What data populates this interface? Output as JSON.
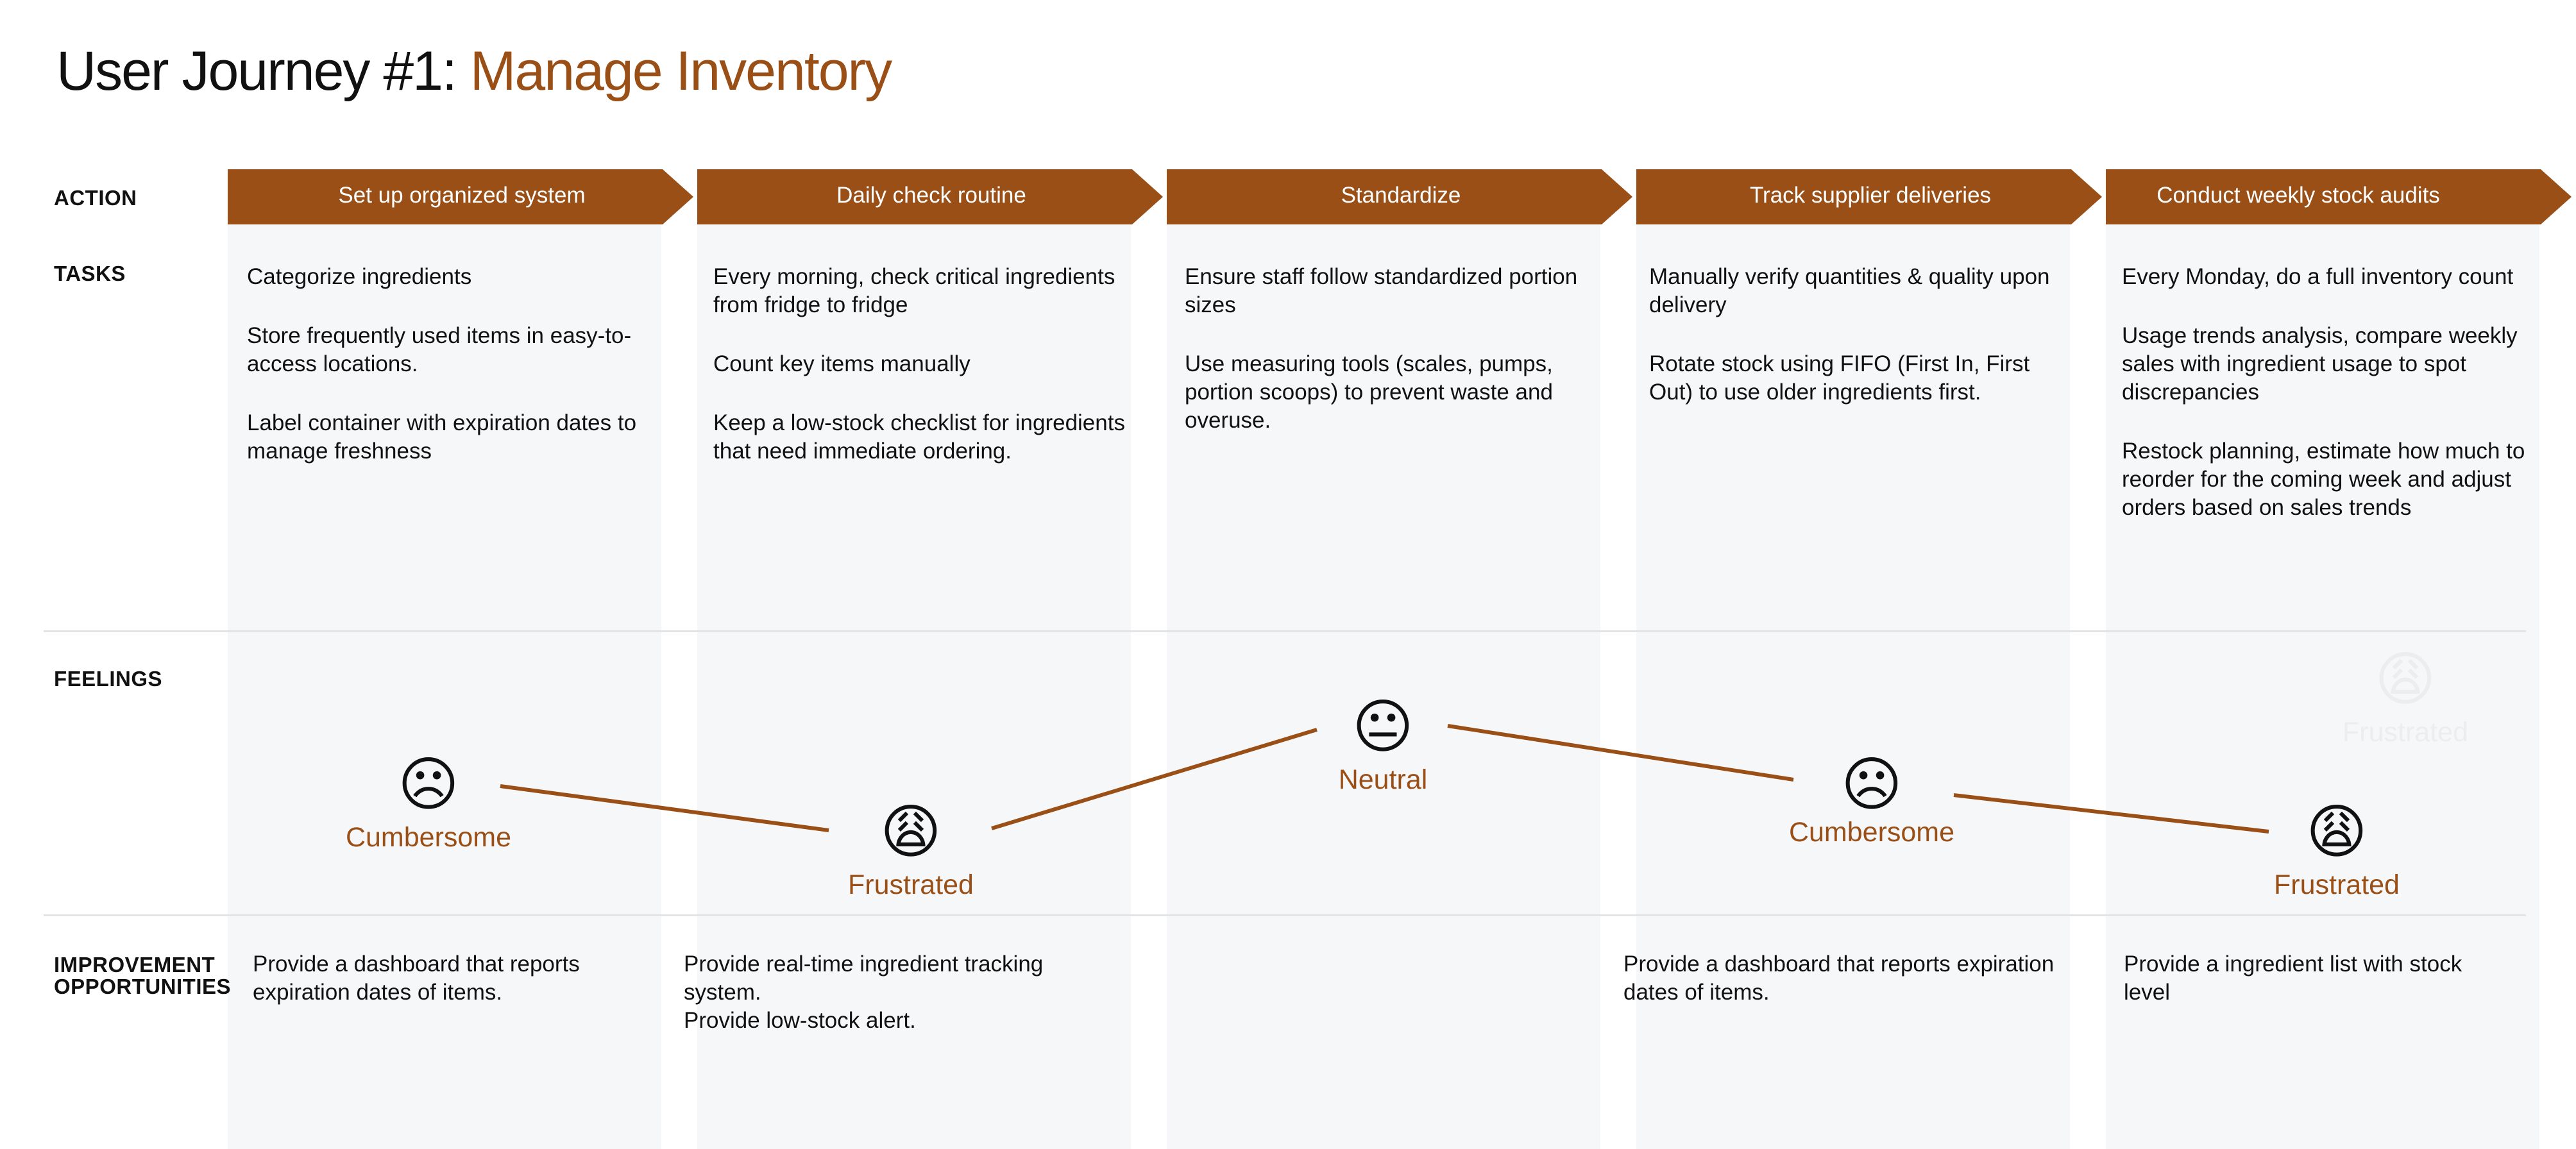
{
  "title": {
    "prefix": "User Journey #1: ",
    "accent": "Manage Inventory"
  },
  "row_labels": {
    "action": "ACTION",
    "tasks": "TASKS",
    "feelings": "FEELINGS",
    "improvement_line1": "IMPROVEMENT",
    "improvement_line2": "OPPORTUNITIES"
  },
  "stages": [
    {
      "action": "Set up organized system",
      "tasks": [
        "Categorize ingredients",
        "Store frequently used items in easy-to-access locations.",
        "Label container with expiration dates to manage freshness"
      ],
      "feeling": "Cumbersome",
      "improvement": [
        "Provide a dashboard that reports expiration dates of items."
      ]
    },
    {
      "action": "Daily check routine",
      "tasks": [
        "Every morning, check critical ingredients from fridge to fridge",
        "Count key items manually",
        "Keep a low-stock checklist for ingredients that need immediate ordering."
      ],
      "feeling": "Frustrated",
      "improvement": [
        "Provide real-time ingredient tracking system.",
        "Provide low-stock alert."
      ]
    },
    {
      "action": "Standardize",
      "tasks": [
        "Ensure staff follow standardized portion sizes",
        "Use measuring tools (scales, pumps, portion scoops) to prevent waste and overuse."
      ],
      "feeling": "Neutral",
      "improvement": []
    },
    {
      "action": "Track supplier deliveries",
      "tasks": [
        "Manually verify quantities & quality upon delivery",
        "Rotate stock using FIFO (First In, First Out) to use older ingredients first."
      ],
      "feeling": "Cumbersome",
      "improvement": [
        "Provide a dashboard that reports expiration dates of items."
      ]
    },
    {
      "action": "Conduct weekly stock audits",
      "tasks": [
        "Every Monday, do a full inventory count",
        "Usage trends analysis, compare weekly sales with ingredient usage to spot discrepancies",
        "Restock planning, estimate how much to reorder for the coming week and adjust orders based on sales trends"
      ],
      "feeling": "Frustrated",
      "improvement": [
        "Provide a ingredient list with stock level"
      ]
    }
  ],
  "ghost_feeling": "Frustrated",
  "icons": {
    "cumbersome": "sad-face-icon",
    "frustrated": "weary-face-icon",
    "neutral": "neutral-face-icon"
  },
  "colors": {
    "accent": "#9a4f17",
    "band": "#f6f7f9"
  }
}
